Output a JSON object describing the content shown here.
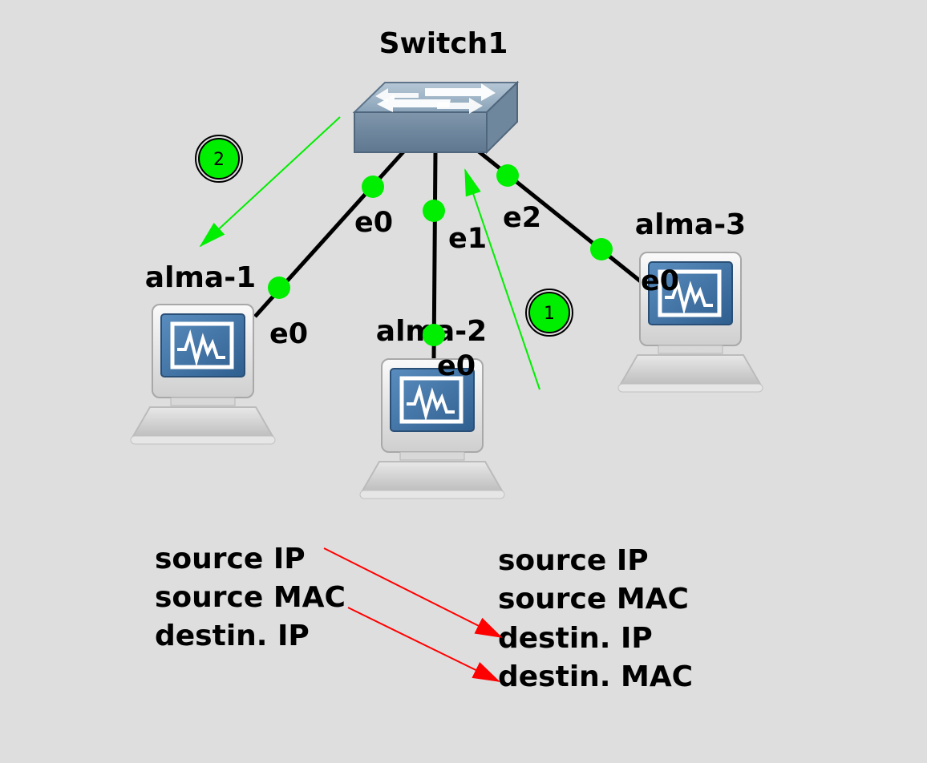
{
  "nodes": {
    "switch": {
      "label": "Switch1"
    },
    "alma1": {
      "label": "alma-1"
    },
    "alma2": {
      "label": "alma-2"
    },
    "alma3": {
      "label": "alma-3"
    }
  },
  "ports": {
    "sw_e0": "e0",
    "sw_e1": "e1",
    "sw_e2": "e2",
    "alma1_e0": "e0",
    "alma2_e0": "e0",
    "alma3_e0": "e0"
  },
  "steps": {
    "step1": "1",
    "step2": "2"
  },
  "packet_left": {
    "fields": [
      "source IP",
      "source MAC",
      "destin. IP"
    ]
  },
  "packet_right": {
    "fields": [
      "source IP",
      "source MAC",
      "destin. IP",
      "destin. MAC"
    ]
  },
  "colors": {
    "background": "#dedede",
    "link": "#000000",
    "port_dot": "#00ee00",
    "flow_arrow": "#00ee00",
    "mapping_arrow": "#ff0000",
    "screen_blue": "#3d6f9f"
  }
}
